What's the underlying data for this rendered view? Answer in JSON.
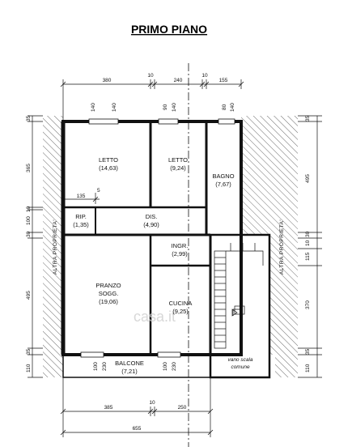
{
  "title": "PRIMO PIANO",
  "rooms": {
    "letto1": {
      "name": "LETTO",
      "area": "(14,63)"
    },
    "letto2": {
      "name": "LETTO",
      "area": "(9,24)"
    },
    "bagno": {
      "name": "BAGNO",
      "area": "(7,67)"
    },
    "rip": {
      "name": "RIP.",
      "area": "(1,35)"
    },
    "dis": {
      "name": "DIS.",
      "area": "(4,90)"
    },
    "ingr": {
      "name": "INGR.",
      "area": "(2,99)"
    },
    "pranzo": {
      "name1": "PRANZO",
      "name2": "SOGG.",
      "area": "(19,06)"
    },
    "cucina": {
      "name": "CUCINA",
      "area": "(9,25)"
    },
    "balcone": {
      "name": "BALCONE",
      "area": "(7,21)"
    }
  },
  "stair_label": {
    "line1": "vano scala",
    "line2": "comune"
  },
  "side_labels": {
    "left": "ALTRA PROPRIETA'",
    "right": "ALTRA PROPRIETA'"
  },
  "watermark": "casa.it",
  "dims_top": {
    "d380": "380",
    "d10a": "10",
    "d240": "240",
    "d10b": "10",
    "d155": "155"
  },
  "window_marks": {
    "w140a": "140",
    "w140b": "140",
    "w90": "90",
    "w140c": "140",
    "w80": "80",
    "w140d": "140"
  },
  "dims_bottom": {
    "d385": "385",
    "d10": "10",
    "d250": "250",
    "d655": "655"
  },
  "balcony_marks": {
    "b100a": "100",
    "b230a": "230",
    "b100b": "100",
    "b230b": "230"
  },
  "dims_left": {
    "l35a": "35",
    "l365": "365",
    "l10": "10",
    "l100": "100",
    "l30": "30",
    "l495": "495",
    "l35b": "35",
    "l110": "110"
  },
  "dims_right": {
    "r35a": "35",
    "r495": "495",
    "r30": "30",
    "r10": "10",
    "r115": "115",
    "r370": "370",
    "r35b": "35",
    "r110": "110"
  },
  "inner_dims": {
    "d135": "135",
    "d5": "5"
  }
}
